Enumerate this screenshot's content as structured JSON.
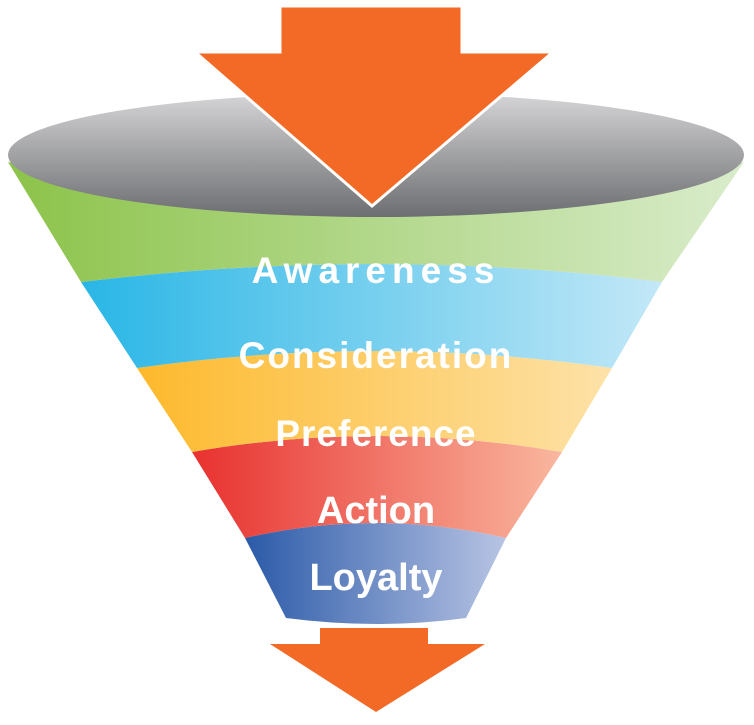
{
  "funnel": {
    "stages": [
      {
        "label": "Awareness",
        "color_start": "#8cc34a",
        "color_end": "#d9eccb"
      },
      {
        "label": "Consideration",
        "color_start": "#29b6e6",
        "color_end": "#c3e8f7"
      },
      {
        "label": "Preference",
        "color_start": "#fdb92c",
        "color_end": "#fde2a8"
      },
      {
        "label": "Action",
        "color_start": "#e8312f",
        "color_end": "#f9b79f"
      },
      {
        "label": "Loyalty",
        "color_start": "#2b5aa8",
        "color_end": "#b8c4e4"
      }
    ],
    "rim_color_dark": "#6d6e71",
    "rim_color_light": "#d6d6d8",
    "arrow_color": "#f26a26"
  }
}
